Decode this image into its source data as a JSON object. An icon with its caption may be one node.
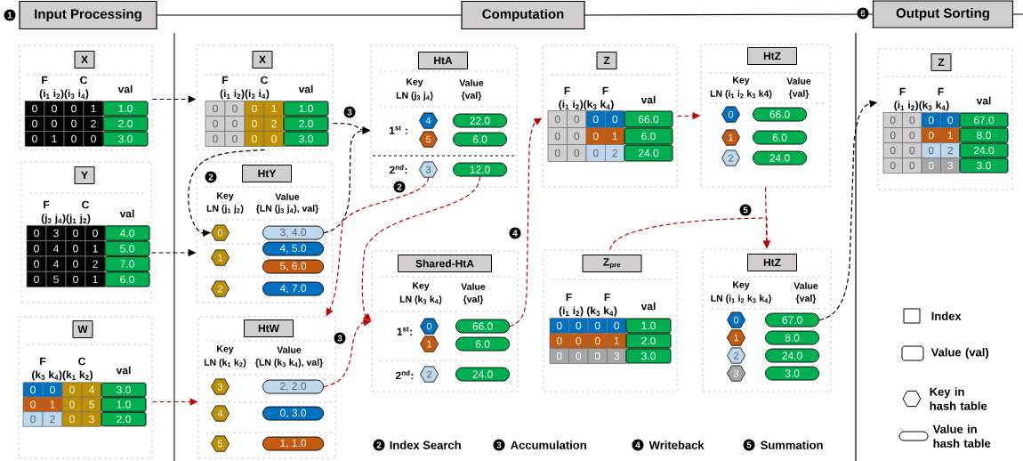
{
  "diagram": {
    "nodes": [
      {
        "text": [
          "Input Processing"
        ],
        "beside": [
          "1"
        ]
      },
      {
        "text": [
          "Computation"
        ]
      },
      {
        "text": [
          "Output Sorting"
        ],
        "beside": [
          "6"
        ]
      },
      {
        "text": [
          "X"
        ]
      },
      {
        "text": [
          "Y"
        ]
      },
      {
        "text": [
          "W"
        ]
      },
      {
        "text": [
          "X"
        ]
      },
      {
        "text": [
          "HtY",
          "Key",
          "LN (j$_{1}$ j$_{2}$)",
          "Value",
          "{LN (j$_{3}$ j$_{4}$), val}"
        ]
      },
      {
        "text": [
          "0"
        ],
        "in": 7
      },
      {
        "text": [
          "3, 4.0"
        ],
        "in": 7
      },
      {
        "text": [
          "1"
        ],
        "in": 7
      },
      {
        "text": [
          "4, 5.0"
        ],
        "in": 7
      },
      {
        "text": [
          "5, 6.0"
        ],
        "in": 7
      },
      {
        "text": [
          "2"
        ],
        "in": 7
      },
      {
        "text": [
          "4, 7.0"
        ],
        "in": 7
      },
      {
        "text": [
          "HtW",
          "Key",
          "LN (k$_{1}$ k$_{2}$)",
          "Value",
          "{LN (k$_{3}$ k$_{4}$), val}"
        ]
      },
      {
        "text": [
          "3"
        ],
        "in": 15
      },
      {
        "text": [
          "2, 2.0"
        ],
        "in": 15
      },
      {
        "text": [
          "4"
        ],
        "in": 15
      },
      {
        "text": [
          "0, 3.0"
        ],
        "in": 15
      },
      {
        "text": [
          "5"
        ],
        "in": 15
      },
      {
        "text": [
          "1, 1.0"
        ],
        "in": 15
      },
      {
        "text": [
          "HtA",
          "Key",
          "LN (j$_{3}$ j$_{4}$)",
          "Value",
          "{val}"
        ]
      },
      {
        "text": [
          "4"
        ],
        "in": 22
      },
      {
        "text": [
          "22.0"
        ],
        "in": 22
      },
      {
        "text": [
          "5"
        ],
        "in": 22
      },
      {
        "text": [
          "6.0"
        ],
        "in": 22
      },
      {
        "text": [
          "3"
        ],
        "in": 22
      },
      {
        "text": [
          "12.0"
        ],
        "in": 22
      },
      {
        "text": [
          "Shared-HtA",
          "Key",
          "LN (k$_{3}$ k$_{4}$)",
          "Value",
          "{val}"
        ]
      },
      {
        "text": [
          "0"
        ],
        "in": 29
      },
      {
        "text": [
          "66.0"
        ],
        "in": 29
      },
      {
        "text": [
          "1"
        ],
        "in": 29
      },
      {
        "text": [
          "6.0"
        ],
        "in": 29
      },
      {
        "text": [
          "2"
        ],
        "in": 29
      },
      {
        "text": [
          "24.0"
        ],
        "in": 29
      },
      {
        "text": [
          "Z"
        ]
      },
      {
        "text": [
          "Z$_{pre}$"
        ]
      },
      {
        "text": [
          "HtZ",
          "Key",
          "LN (i$_{1}$ i$_{2}$ k$_{3}$ k4)",
          "Value",
          "{val}"
        ]
      },
      {
        "text": [
          "0"
        ],
        "in": 38
      },
      {
        "text": [
          "66.0"
        ],
        "in": 38
      },
      {
        "text": [
          "1"
        ],
        "in": 38
      },
      {
        "text": [
          "6.0"
        ],
        "in": 38
      },
      {
        "text": [
          "2"
        ],
        "in": 38
      },
      {
        "text": [
          "24.0"
        ],
        "in": 38
      },
      {
        "text": [
          "HtZ",
          "Key",
          "LN (i$_{1}$ i$_{2}$ k$_{3}$ k$_{4}$)",
          "Value",
          "{val}"
        ]
      },
      {
        "text": [
          "0"
        ],
        "in": 45
      },
      {
        "text": [
          "67.0"
        ],
        "in": 45
      },
      {
        "text": [
          "1"
        ],
        "in": 45
      },
      {
        "text": [
          "8.0"
        ],
        "in": 45
      },
      {
        "text": [
          "2"
        ],
        "in": 45
      },
      {
        "text": [
          "24.0"
        ],
        "in": 45
      },
      {
        "text": [
          "3"
        ],
        "in": 45
      },
      {
        "text": [
          "3.0"
        ],
        "in": 45
      },
      {
        "text": [
          "Z"
        ]
      }
    ],
    "edges": [
      {
        "from": 0,
        "to": 1,
        "arrow": "none"
      },
      {
        "from": 1,
        "to": 2,
        "arrow": "none"
      },
      {
        "from": 3,
        "to": 6,
        "arrow": "to",
        "style": "dashed"
      },
      {
        "from": 4,
        "to": 7,
        "arrow": "to",
        "style": "dashed"
      },
      {
        "from": 5,
        "to": 15,
        "arrow": "to",
        "style": "dashed",
        "color": "#c00000"
      },
      {
        "from": 6,
        "to": 8,
        "arrow": "to",
        "style": "dashed",
        "label": "2"
      },
      {
        "from": 6,
        "to": 22,
        "arrow": "to",
        "style": "dashed",
        "label": "3"
      },
      {
        "from": 9,
        "to": 22,
        "arrow": "to",
        "style": "dashed"
      },
      {
        "from": 27,
        "to": 15,
        "arrow": "to",
        "style": "dashed",
        "color": "#c00000",
        "label": "2"
      },
      {
        "from": 28,
        "to": 29,
        "arrow": "to",
        "style": "dashed",
        "color": "#c00000"
      },
      {
        "from": 17,
        "to": 29,
        "arrow": "to",
        "style": "dashed",
        "color": "#c00000",
        "label": "3"
      },
      {
        "from": 31,
        "to": 36,
        "arrow": "to",
        "style": "dashed",
        "color": "#c00000",
        "label": "4"
      },
      {
        "from": 36,
        "to": 38,
        "arrow": "to",
        "style": "dashed",
        "color": "#c00000"
      },
      {
        "from": 38,
        "to": 45,
        "arrow": "to",
        "style": "dashed",
        "color": "#c00000"
      },
      {
        "from": 37,
        "to": 45,
        "arrow": "to",
        "style": "dashed",
        "color": "#c00000",
        "label": "5"
      },
      {
        "from": 47,
        "to": 54,
        "arrow": "to",
        "style": "dashed"
      }
    ],
    "labels": [
      "F",
      "C",
      "(i$_{1}$ i$_{2}$)(i$_{3}$ i$_{4}$)",
      "val",
      "0",
      "0",
      "0",
      "1",
      "1.0",
      "0",
      "0",
      "0",
      "2",
      "2.0",
      "0",
      "1",
      "0",
      "0",
      "3.0",
      "F",
      "C",
      "(j$_{3}$ j$_{4}$)(j$_{1}$ j$_{2}$)",
      "val",
      "0",
      "3",
      "0",
      "0",
      "4.0",
      "0",
      "4",
      "0",
      "1",
      "5.0",
      "0",
      "4",
      "0",
      "2",
      "7.0",
      "0",
      "5",
      "0",
      "1",
      "6.0",
      "F",
      "C",
      "(k$_{3}$ k$_{4}$)(k$_{1}$ k$_{2}$)",
      "val",
      "0",
      "0",
      "0",
      "4",
      "3.0",
      "0",
      "1",
      "0",
      "5",
      "1.0",
      "0",
      "2",
      "0",
      "3",
      "2.0",
      "F",
      "C",
      "(i$_{1}$ i$_{2}$)(i$_{3}$ i$_{4}$)",
      "val",
      "0",
      "0",
      "0",
      "1",
      "1.0",
      "0",
      "0",
      "0",
      "2",
      "2.0",
      "0",
      "0",
      "0",
      "0",
      "3.0",
      "1$^{st}$ :",
      "2$^{nd}$:",
      "F",
      "F",
      "(i$_{1}$ i$_{2}$)(k$_{3}$ k$_{4}$)",
      "val",
      "0",
      "0",
      "0",
      "0",
      "66.0",
      "0",
      "0",
      "0",
      "1",
      "6.0",
      "0",
      "0",
      "0",
      "2",
      "24.0",
      "1$^{st}$:",
      "2$^{nd}$:",
      "F",
      "F",
      "(i$_{1}$ i$_{2}$) (k$_{3}$ k$_{4}$)",
      "val",
      "0",
      "0",
      "0",
      "0",
      "1.0",
      "0",
      "0",
      "0",
      "1",
      "2.0",
      "0",
      "0",
      "0",
      "3",
      "3.0",
      "F",
      "F",
      "(i$_{1}$ i$_{2}$)(k$_{3}$ k$_{4}$)",
      "val",
      "0",
      "0",
      "0",
      "0",
      "67.0",
      "0",
      "0",
      "0",
      "1",
      "8.0",
      "0",
      "0",
      "0",
      "2",
      "24.0",
      "0",
      "0",
      "0",
      "3",
      "3.0",
      "2",
      "Index Search",
      "3",
      "Accumulation",
      "4",
      "Writeback",
      "5",
      "Summation"
    ],
    "legend": [
      {
        "text": "Index"
      },
      {
        "text": "Value (val)"
      },
      {
        "text": "Key in hash table"
      },
      {
        "text": "Value in hash table"
      }
    ]
  }
}
